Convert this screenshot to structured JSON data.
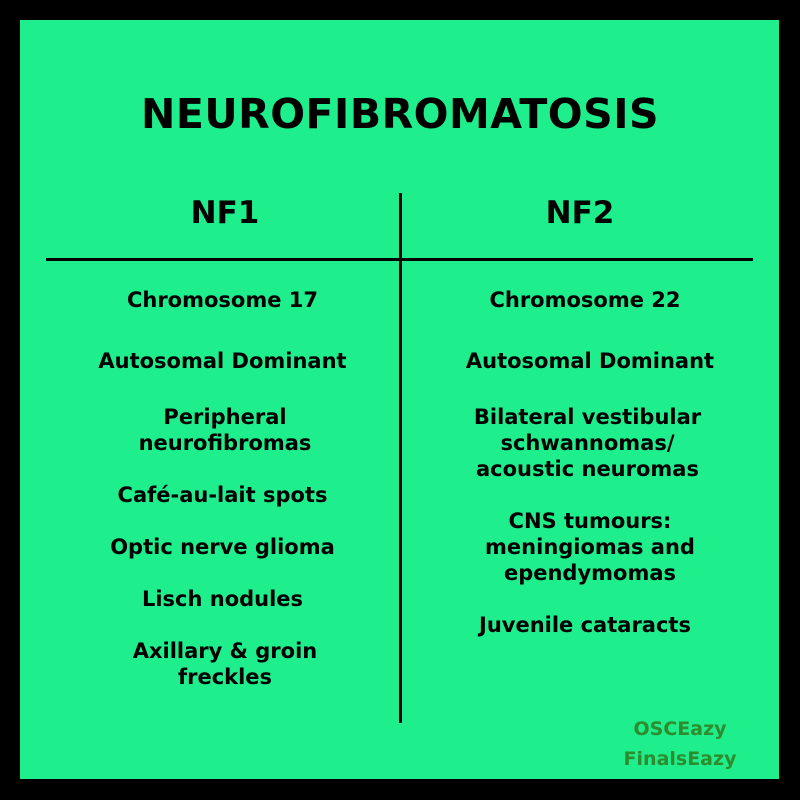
{
  "title": "NEUROFIBROMATOSIS",
  "nf1": {
    "header": "NF1",
    "items": [
      "Chromosome 17",
      "Autosomal Dominant",
      "Peripheral neurofibromas",
      "Café-au-lait spots",
      "Optic nerve glioma",
      "Lisch nodules",
      "Axillary & groin freckles"
    ]
  },
  "nf2": {
    "header": "NF2",
    "items": [
      "Chromosome 22",
      "Autosomal Dominant",
      "Bilateral vestibular schwannomas/ acoustic neuromas",
      "CNS tumours: meningiomas and ependymomas",
      "Juvenile cataracts"
    ]
  },
  "watermark": {
    "line1": "OSCEazy",
    "line2": "FinalsEazy"
  }
}
